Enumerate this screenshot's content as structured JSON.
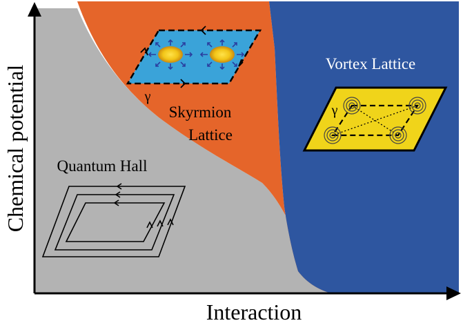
{
  "axes": {
    "x_label": "Interaction",
    "y_label": "Chemical potential"
  },
  "regions": {
    "quantum_hall": {
      "label": "Quantum Hall",
      "color": "#b3b3b3",
      "text_color": "#000000"
    },
    "skyrmion": {
      "label_line1": "Skyrmion",
      "label_line2": "Lattice",
      "color": "#e5652a",
      "text_color": "#000000"
    },
    "vortex": {
      "label": "Vortex Lattice",
      "color": "#2e56a0",
      "text_color": "#ffffff"
    }
  },
  "insets": {
    "skyrmion_cell": {
      "color": "#3aa3d9",
      "gamma": "γ"
    },
    "vortex_cell": {
      "color": "#f0d41a",
      "gamma": "γ"
    }
  }
}
